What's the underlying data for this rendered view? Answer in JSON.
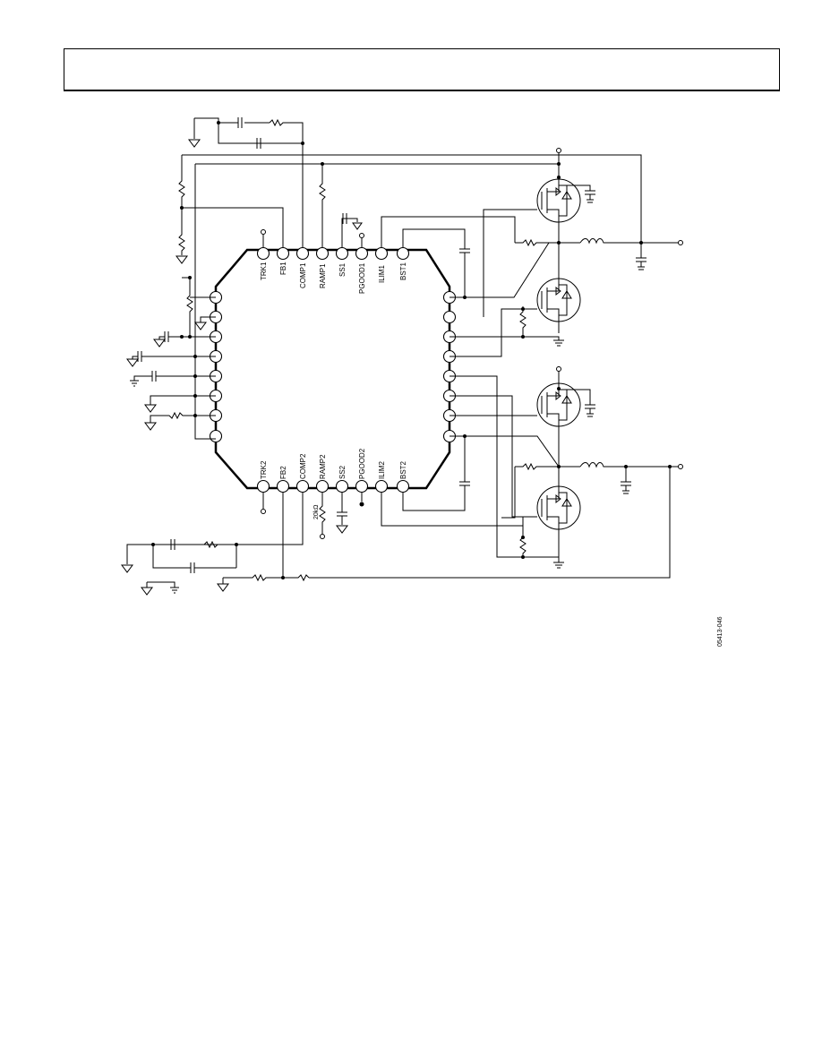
{
  "header": {
    "title": ""
  },
  "chip": {
    "top_pins": [
      "TRK1",
      "FB1",
      "COMP1",
      "RAMP1",
      "SS1",
      "PGOOD1",
      "ILIM1",
      "BST1"
    ],
    "bottom_pins": [
      "TRK2",
      "FB2",
      "COMP2",
      "RAMP2",
      "SS2",
      "PGOOD2",
      "ILIM2",
      "BST2"
    ]
  },
  "labels": {
    "ramp2_resistor": "20kΩ",
    "figure_id": "05413-046"
  }
}
